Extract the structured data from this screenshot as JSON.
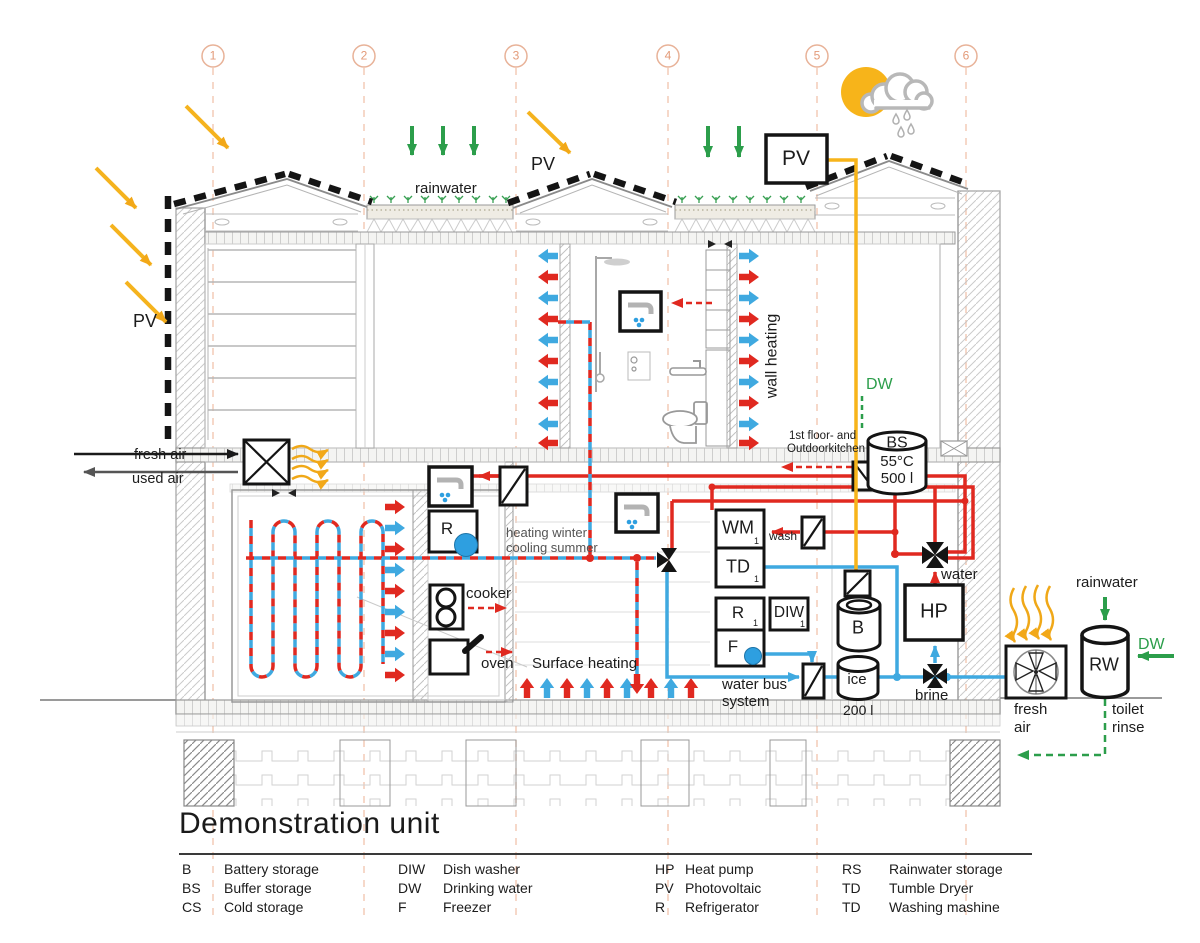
{
  "title": "Demonstration unit",
  "colors": {
    "hot_red": "#E02920",
    "cold_blue": "#3FA9E0",
    "solar_yellow": "#F7B41A",
    "water_green": "#2C9E4B",
    "grid_salmon": "#E8B298",
    "architecture_gray": "#9A9A9A",
    "component_black": "#141414"
  },
  "grid_labels": [
    "1",
    "2",
    "3",
    "4",
    "5",
    "6"
  ],
  "roof": {
    "rainwater": "rainwater",
    "pv_gable": "PV",
    "pv_box": "PV"
  },
  "facade": {
    "pv_wall": "PV",
    "fresh_air": "fresh air",
    "used_air": "used air"
  },
  "first_floor": {
    "wall_heating": "wall heating",
    "note_line1": "1st floor- and",
    "note_line2": "Outdoorkitchen",
    "dw": "DW"
  },
  "buffer_storage": {
    "abbr": "BS",
    "temp": "55°C",
    "volume": "500 l"
  },
  "kitchen": {
    "note_line1": "heating winter",
    "note_line2": "cooling summer",
    "cooker": "cooker",
    "oven": "oven",
    "refrigerator": "R"
  },
  "ground_floor": {
    "surface_heating": "Surface heating",
    "water_bus_line1": "water bus",
    "water_bus_line2": "system"
  },
  "appliances": {
    "washing_machine": "WM",
    "tumble_dryer": "TD",
    "refrigerator": "R",
    "freezer": "F",
    "dishwasher": "DIW",
    "subscript": "1"
  },
  "storage_units": {
    "battery": "B",
    "ice": "ice",
    "ice_volume": "200 l",
    "heat_pump": "HP",
    "rainwater_tank": "RW"
  },
  "flows": {
    "wash": "wash",
    "water": "water",
    "brine": "brine"
  },
  "outside": {
    "rainwater": "rainwater",
    "dw": "DW",
    "fresh_line1": "fresh",
    "fresh_line2": "air",
    "toilet_line1": "toilet",
    "toilet_line2": "rinse"
  },
  "legend": {
    "columns": [
      {
        "items": [
          {
            "abbr": "B",
            "term": "Battery storage"
          },
          {
            "abbr": "BS",
            "term": "Buffer storage"
          },
          {
            "abbr": "CS",
            "term": "Cold storage"
          }
        ]
      },
      {
        "items": [
          {
            "abbr": "DIW",
            "term": "Dish washer"
          },
          {
            "abbr": "DW",
            "term": "Drinking water"
          },
          {
            "abbr": "F",
            "term": "Freezer"
          }
        ]
      },
      {
        "items": [
          {
            "abbr": "HP",
            "term": "Heat pump"
          },
          {
            "abbr": "PV",
            "term": "Photovoltaic"
          },
          {
            "abbr": "R",
            "term": "Refrigerator"
          }
        ]
      },
      {
        "items": [
          {
            "abbr": "RS",
            "term": "Rainwater storage"
          },
          {
            "abbr": "TD",
            "term": "Tumble Dryer"
          },
          {
            "abbr": "TD",
            "term": "Washing mashine"
          }
        ]
      }
    ]
  }
}
